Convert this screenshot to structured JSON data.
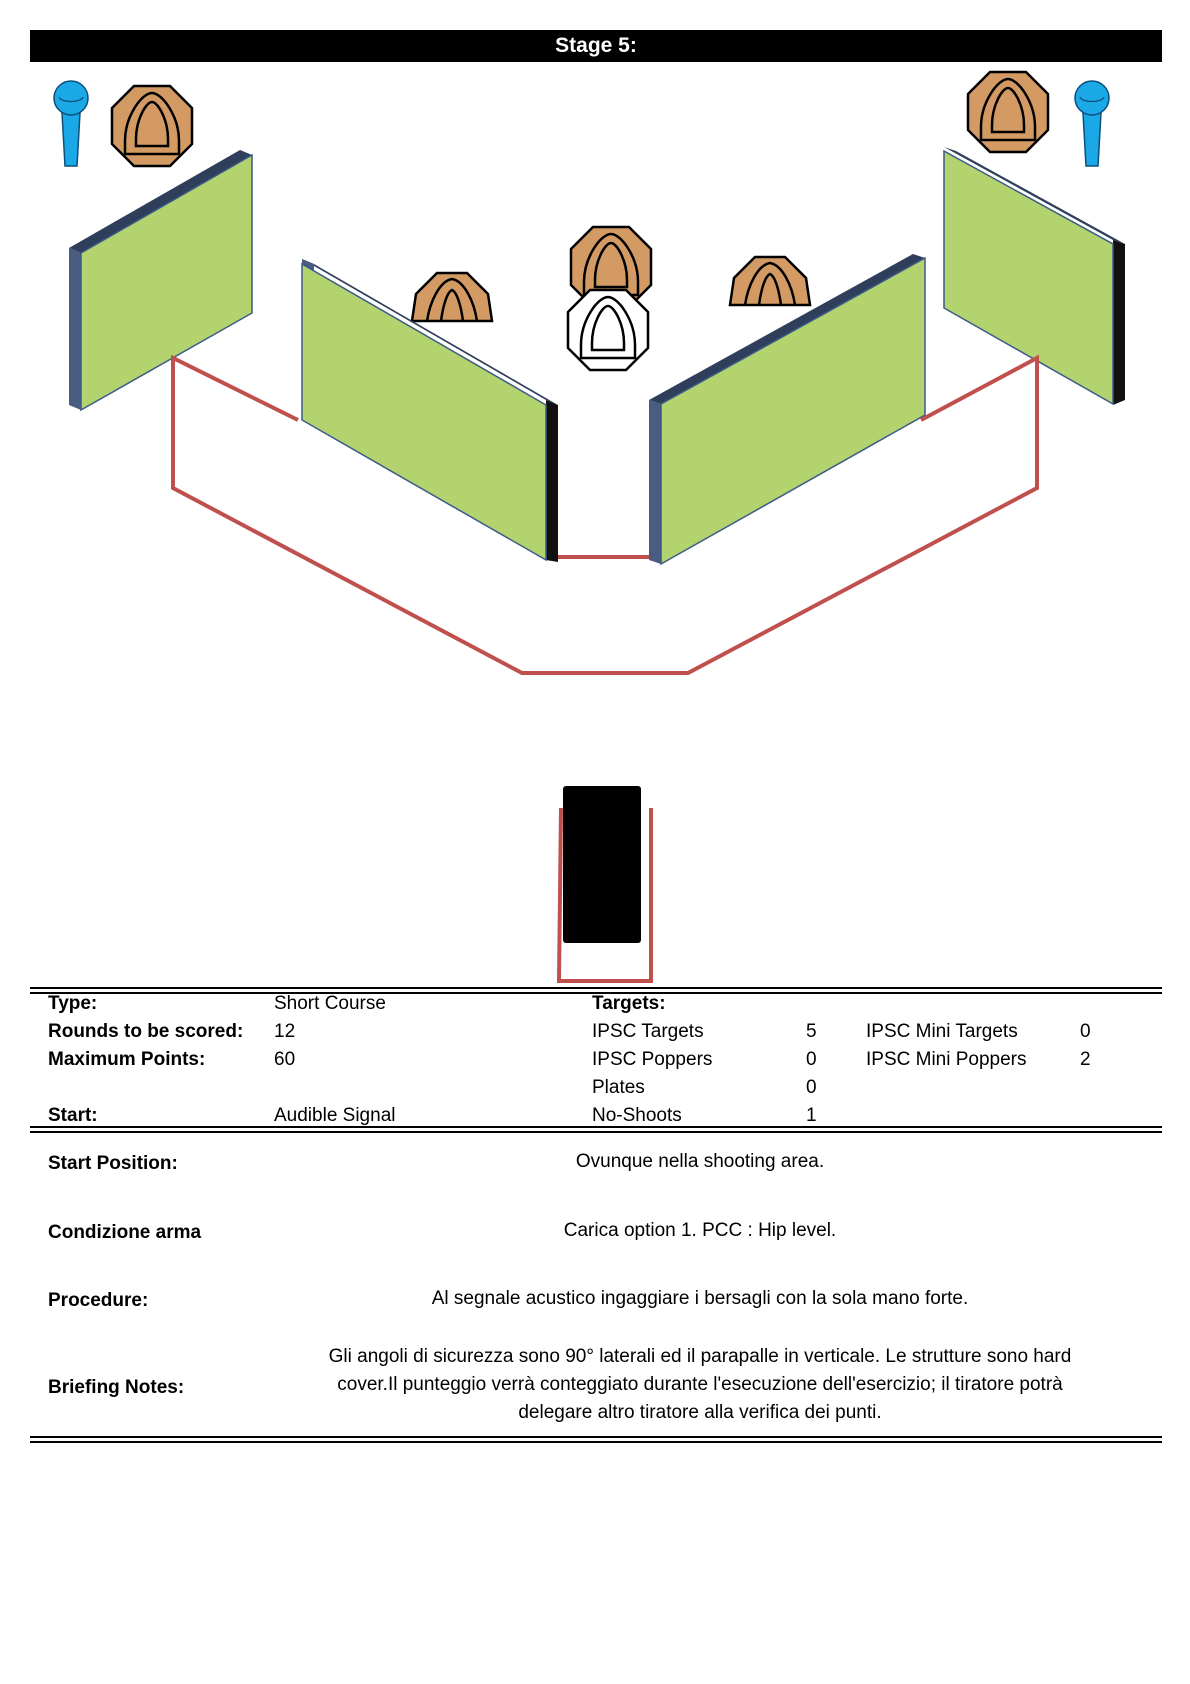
{
  "stage_title": "Stage 5:",
  "summary": {
    "type_label": "Type:",
    "type_value": "Short Course",
    "rounds_label": "Rounds to be scored:",
    "rounds_value": "12",
    "max_points_label": "Maximum Points:",
    "max_points_value": "60",
    "start_label": "Start:",
    "start_value": "Audible Signal",
    "targets_label": "Targets:",
    "targets": [
      {
        "label": "IPSC Targets",
        "value": "5"
      },
      {
        "label": "IPSC Poppers",
        "value": "0"
      },
      {
        "label": "Plates",
        "value": "0"
      },
      {
        "label": "No-Shoots",
        "value": "1"
      }
    ],
    "mini_targets": [
      {
        "label": "IPSC Mini Targets",
        "value": "0"
      },
      {
        "label": "IPSC Mini Poppers",
        "value": "2"
      }
    ]
  },
  "details": {
    "start_position_label": "Start Position:",
    "start_position_value": "Ovunque nella shooting area.",
    "condition_label": "Condizione arma",
    "condition_value": "Carica option 1.  PCC : Hip level.",
    "procedure_label": "Procedure:",
    "procedure_value": "Al segnale acustico ingaggiare i bersagli con la sola mano forte.",
    "briefing_label": "Briefing Notes:",
    "briefing_lines": [
      "Gli angoli di sicurezza sono 90° laterali ed il parapalle in verticale. Le strutture sono hard",
      "cover.Il punteggio verrà conteggiato durante l'esecuzione dell'esercizio; il tiratore potrà",
      "delegare altro tiratore alla verifica  dei punti."
    ]
  },
  "colors": {
    "wall_green": "#b2d36e",
    "wall_edge": "#2f3e5a",
    "target_tan": "#d39a64",
    "popper_blue": "#1aa9e6",
    "fault_line_red": "#c0504d"
  }
}
